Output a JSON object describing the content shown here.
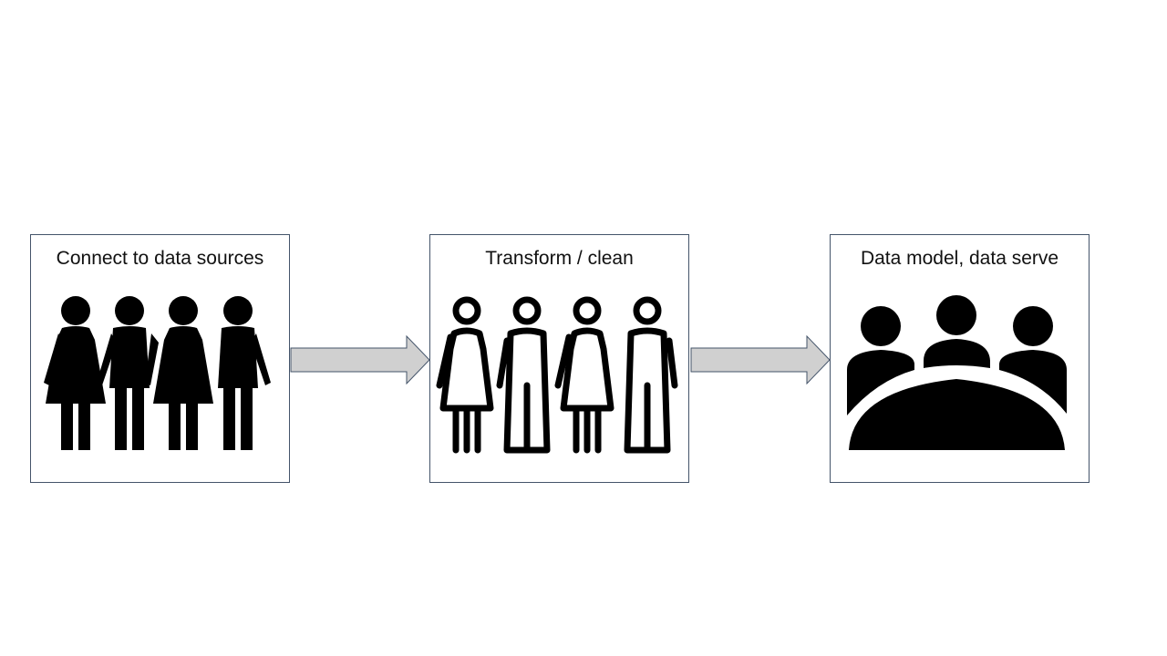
{
  "diagram": {
    "steps": [
      {
        "title": "Connect to data sources",
        "icon": "group-silhouette-icon"
      },
      {
        "title": "Transform / clean",
        "icon": "group-outline-icon"
      },
      {
        "title": "Data model, data serve",
        "icon": "meeting-table-icon"
      }
    ],
    "connectors": [
      {
        "from": "step-1",
        "to": "step-2",
        "icon": "right-arrow-icon"
      },
      {
        "from": "step-2",
        "to": "step-3",
        "icon": "right-arrow-icon"
      }
    ],
    "colors": {
      "box_border": "#44546a",
      "arrow_fill": "#d0d0d0",
      "arrow_stroke": "#44546a",
      "icon_fill": "#000000"
    }
  }
}
